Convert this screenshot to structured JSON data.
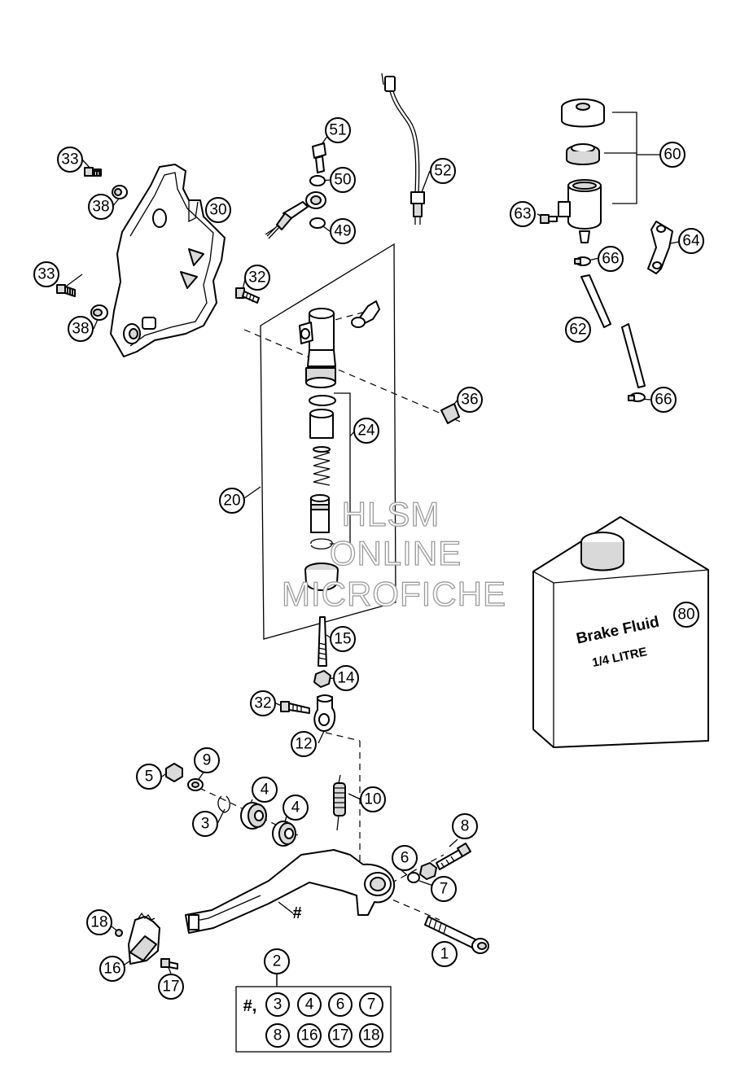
{
  "callouts": [
    {
      "id": "c33a",
      "label": "33"
    },
    {
      "id": "c38a",
      "label": "38"
    },
    {
      "id": "c30",
      "label": "30"
    },
    {
      "id": "c33b",
      "label": "33"
    },
    {
      "id": "c38b",
      "label": "38"
    },
    {
      "id": "c51",
      "label": "51"
    },
    {
      "id": "c50",
      "label": "50"
    },
    {
      "id": "c49",
      "label": "49"
    },
    {
      "id": "c52",
      "label": "52"
    },
    {
      "id": "c32a",
      "label": "32"
    },
    {
      "id": "c60",
      "label": "60"
    },
    {
      "id": "c63",
      "label": "63"
    },
    {
      "id": "c64",
      "label": "64"
    },
    {
      "id": "c66a",
      "label": "66"
    },
    {
      "id": "c62",
      "label": "62"
    },
    {
      "id": "c66b",
      "label": "66"
    },
    {
      "id": "c36",
      "label": "36"
    },
    {
      "id": "c24",
      "label": "24"
    },
    {
      "id": "c20",
      "label": "20"
    },
    {
      "id": "c80",
      "label": "80"
    },
    {
      "id": "c15",
      "label": "15"
    },
    {
      "id": "c14",
      "label": "14"
    },
    {
      "id": "c32b",
      "label": "32"
    },
    {
      "id": "c12",
      "label": "12"
    },
    {
      "id": "c5",
      "label": "5"
    },
    {
      "id": "c9",
      "label": "9"
    },
    {
      "id": "c4a",
      "label": "4"
    },
    {
      "id": "c4b",
      "label": "4"
    },
    {
      "id": "c3",
      "label": "3"
    },
    {
      "id": "c10",
      "label": "10"
    },
    {
      "id": "c8",
      "label": "8"
    },
    {
      "id": "c6",
      "label": "6"
    },
    {
      "id": "c7",
      "label": "7"
    },
    {
      "id": "c18",
      "label": "18"
    },
    {
      "id": "c1",
      "label": "1"
    },
    {
      "id": "c16",
      "label": "16"
    },
    {
      "id": "c17",
      "label": "17"
    },
    {
      "id": "c2",
      "label": "2"
    }
  ],
  "kit_box": {
    "prefix": "#,",
    "row1": [
      "3",
      "4",
      "6",
      "7"
    ],
    "row2": [
      "8",
      "16",
      "17",
      "18"
    ]
  },
  "pedal_mark": "#",
  "can_label": {
    "line1": "Brake Fluid",
    "line2": "1/4 LITRE"
  },
  "watermark": {
    "line1": "HLSM",
    "line2": "ONLINE",
    "line3": "MICROFICHE"
  }
}
